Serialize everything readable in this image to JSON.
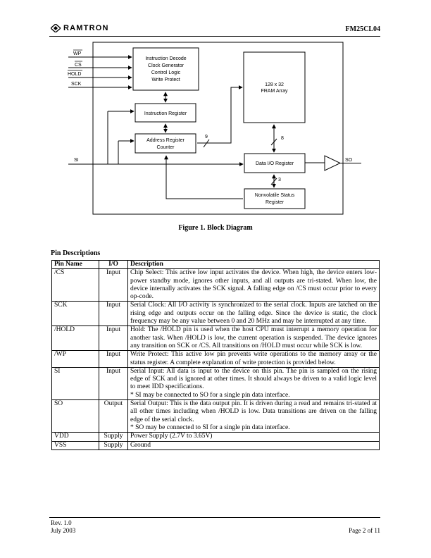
{
  "header": {
    "company": "RAMTRON",
    "doc_id": "FM25CL04"
  },
  "diagram": {
    "inputs": {
      "wp": "WP",
      "cs": "CS",
      "hold": "HOLD",
      "sck": "SCK",
      "si": "SI"
    },
    "output": "SO",
    "ctrl_block": [
      "Instruction Decode",
      "Clock Generator",
      "Control Logic",
      "Write Protect"
    ],
    "instr_reg": "Instruction Register",
    "addr_reg": [
      "Address Register",
      "Counter"
    ],
    "fram": [
      "128 x 32",
      "FRAM Array"
    ],
    "data_reg": "Data I/O Register",
    "status_reg": [
      "Nonvolatile Status",
      "Register"
    ],
    "bus_addr": "9",
    "bus_data": "8",
    "bus_status": "3"
  },
  "figure_caption": "Figure 1.  Block Diagram",
  "pin_section_title": "Pin Descriptions",
  "pin_table": {
    "headers": {
      "name": "Pin Name",
      "io": "I/O",
      "desc": "Description"
    },
    "rows": [
      {
        "name": "/CS",
        "io": "Input",
        "desc": "Chip Select:  This active low input activates the device. When high, the device enters low-power standby mode, ignores other inputs, and all outputs are tri-stated. When low, the device internally activates the SCK signal. A falling edge on /CS must occur prior to every op-code."
      },
      {
        "name": "SCK",
        "io": "Input",
        "desc": "Serial Clock: All I/O activity is synchronized to the serial clock. Inputs are latched on the rising edge and outputs occur on the falling edge. Since the device is static, the clock frequency may be any value between 0 and 20 MHz and may be interrupted at any time."
      },
      {
        "name": "/HOLD",
        "io": "Input",
        "desc": "Hold: The /HOLD pin is used when the host CPU must interrupt a memory operation for another task. When /HOLD is low, the current operation is suspended. The device ignores any transition on SCK or /CS. All transitions on /HOLD must occur while SCK is low."
      },
      {
        "name": "/WP",
        "io": "Input",
        "desc": "Write Protect:  This active low pin prevents write operations to the memory array or the status register. A complete explanation of write protection is provided below."
      },
      {
        "name": "SI",
        "io": "Input",
        "desc": "Serial Input:  All data is input to the device on this pin. The pin is sampled on the rising edge of SCK and is ignored at other times. It should always be driven to a valid logic level to meet IDD specifications.",
        "note": "* SI may be connected to SO for a single pin data interface."
      },
      {
        "name": "SO",
        "io": "Output",
        "desc": "Serial Output:  This is the data output pin. It is driven during a read and remains tri-stated at all other times including when /HOLD is low. Data transitions are driven on the falling edge of the serial clock.",
        "note": "* SO may be connected to SI for a single pin data interface."
      },
      {
        "name": "VDD",
        "io": "Supply",
        "desc": "Power Supply (2.7V to 3.65V)"
      },
      {
        "name": "VSS",
        "io": "Supply",
        "desc": "Ground"
      }
    ]
  },
  "footer": {
    "rev": "Rev. 1.0",
    "date": "July 2003",
    "page": "Page 2 of 11"
  }
}
